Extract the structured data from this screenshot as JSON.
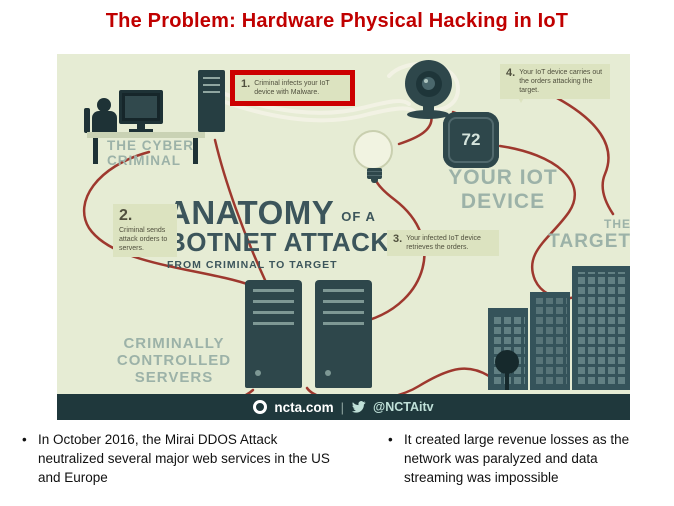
{
  "slide": {
    "title": "The Problem: Hardware Physical Hacking in IoT",
    "bullet_char": "•",
    "bullets": {
      "left": "In October 2016, the Mirai DDOS Attack neutralized several major web services in the US and Europe",
      "right": "It created large revenue losses as the network was paralyzed and data streaming was impossible"
    }
  },
  "infographic": {
    "anatomy": {
      "word_main": "ANATOMY",
      "word_sub": "OF A",
      "line2": "BOTNET ATTACK",
      "line3": "FROM CRIMINAL TO TARGET"
    },
    "labels": {
      "criminal_line1": "THE CYBER",
      "criminal_line2": "CRIMINAL",
      "iot_line1": "YOUR IOT",
      "iot_line2": "DEVICE",
      "servers_line1": "CRIMINALLY",
      "servers_line2": "CONTROLLED",
      "servers_line3": "SERVERS",
      "target_line1": "THE",
      "target_line2": "TARGET"
    },
    "steps": [
      {
        "num": "1.",
        "text": "Criminal infects your IoT device with Malware."
      },
      {
        "num": "2.",
        "text": "Criminal sends attack orders to servers."
      },
      {
        "num": "3.",
        "text": "Your infected IoT device retrieves the orders."
      },
      {
        "num": "4.",
        "text": "Your IoT device carries out the orders attacking the target."
      }
    ],
    "thermostat_value": "72",
    "footer": {
      "site": "ncta.com",
      "separator": "|",
      "handle": "@NCTAitv"
    }
  },
  "colors": {
    "title_red": "#C00000",
    "highlight_red": "#CC0000",
    "infographic_bg": "#E6ECD4",
    "dark_teal": "#2E474B",
    "wire_red": "#9E382E",
    "label_sage": "#9CB2A8",
    "footer_bar": "#1F383C"
  }
}
